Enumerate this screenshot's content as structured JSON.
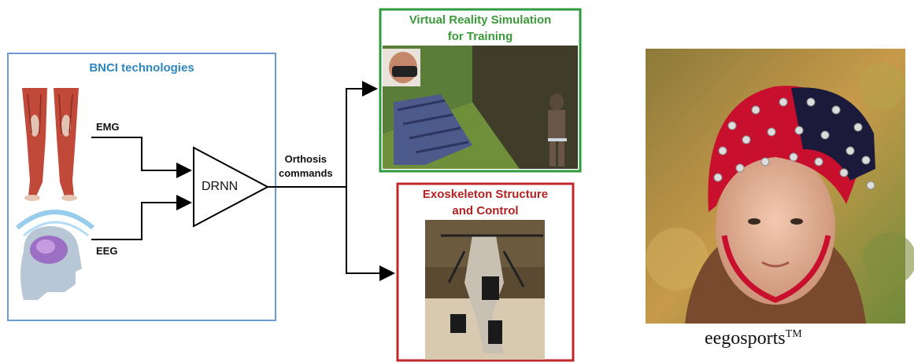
{
  "diagram": {
    "bnci_title": "BNCI technologies",
    "emg_label": "EMG",
    "eeg_label": "EEG",
    "drnn_label": "DRNN",
    "orthosis_label_line1": "Orthosis",
    "orthosis_label_line2": "commands",
    "vr_title_line1": "Virtual Reality Simulation",
    "vr_title_line2": "for Training",
    "exo_title_line1": "Exoskeleton Structure",
    "exo_title_line2": "and Control"
  },
  "photo": {
    "caption": "eegosports",
    "caption_sup": "TM"
  },
  "colors": {
    "bnci_border": "#6c9bd2",
    "vr_border": "#2e9b3e",
    "exo_border": "#c0282d",
    "cap_red": "#c8102e"
  }
}
